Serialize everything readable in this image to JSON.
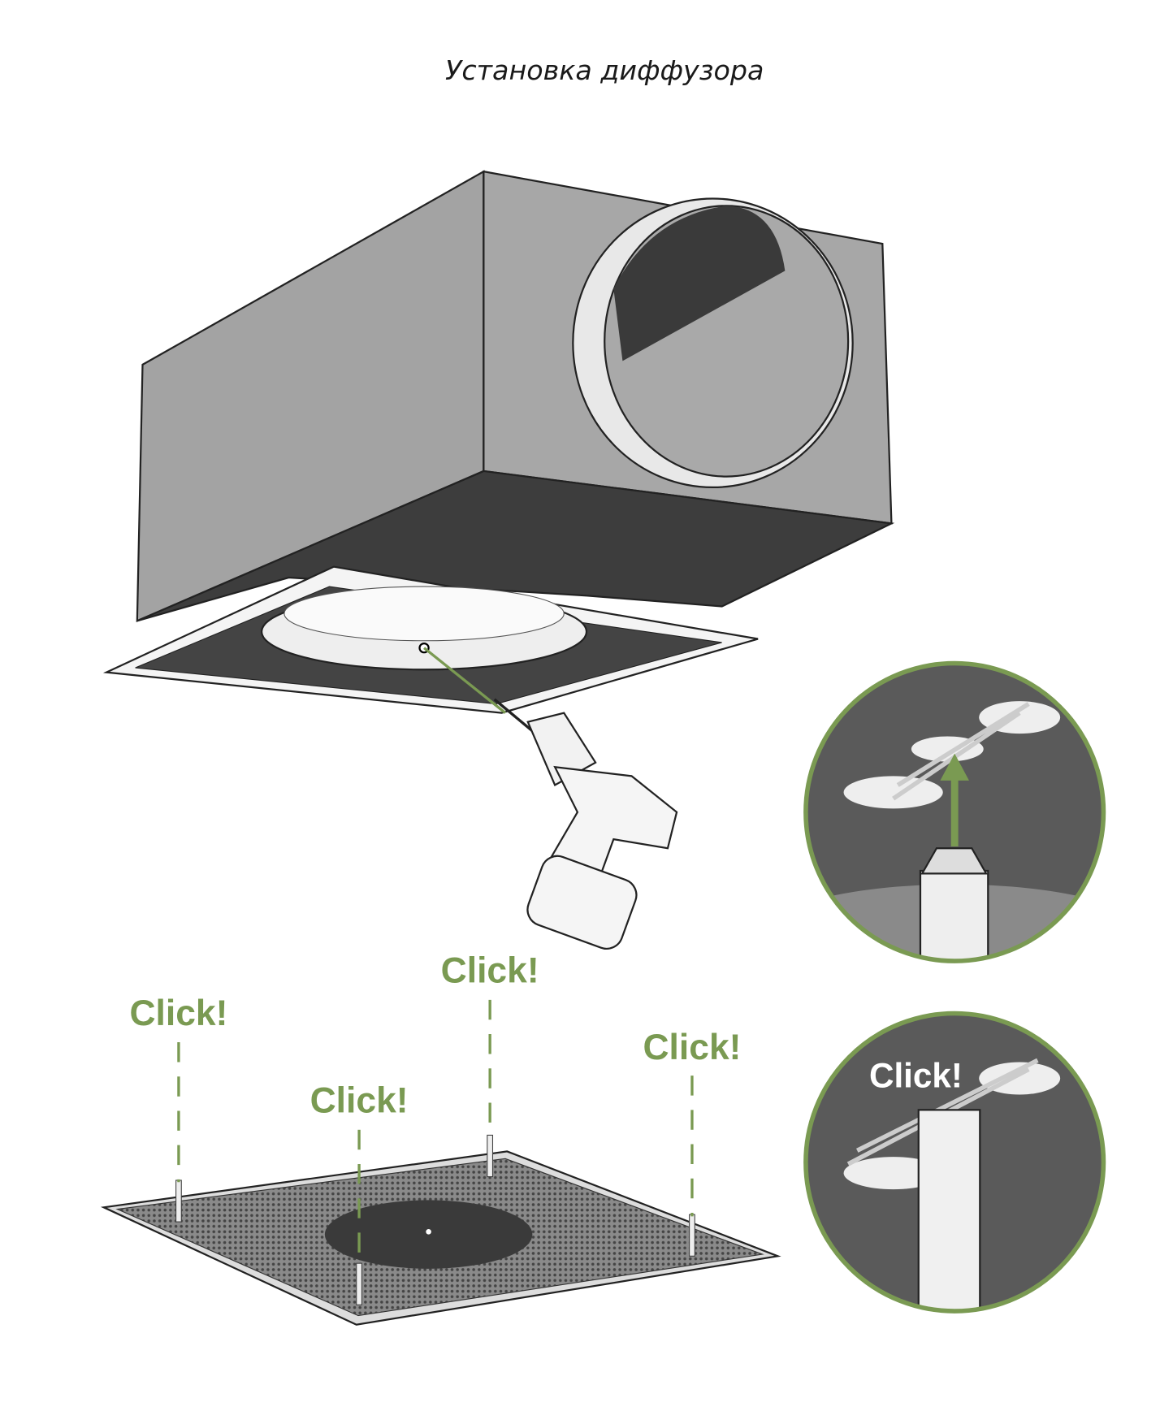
{
  "title": "Установка диффузора",
  "labels": {
    "click_left": "Click!",
    "click_center": "Click!",
    "click_top": "Click!",
    "click_right": "Click!",
    "click_detail": "Click!"
  },
  "colors": {
    "accent": "#7a9a52",
    "box_side": "#9a9a9a",
    "box_dark": "#3d3d3d",
    "detail_bg": "#5a5a5a"
  }
}
